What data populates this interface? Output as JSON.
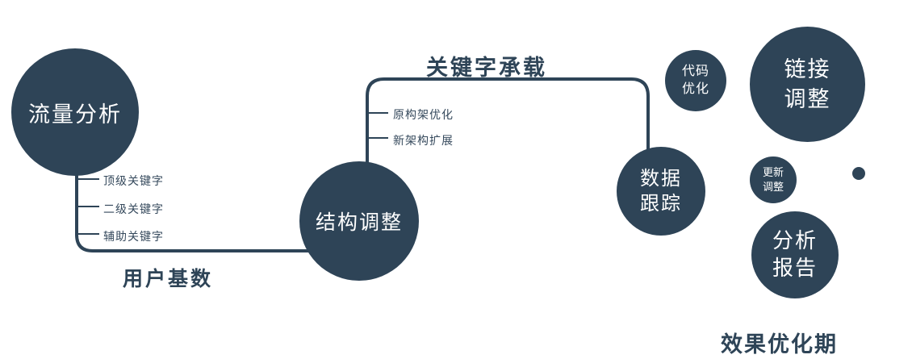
{
  "colors": {
    "primary": "#2e4457",
    "background": "#ffffff",
    "circle_text": "#ffffff"
  },
  "nodes": {
    "traffic_analysis": {
      "label": "流量分析"
    },
    "structure_adjust": {
      "label": "结构调整"
    },
    "data_tracking": {
      "line1": "数据",
      "line2": "跟踪"
    },
    "code_optimize": {
      "line1": "代码",
      "line2": "优化"
    },
    "link_adjust": {
      "line1": "链接",
      "line2": "调整"
    },
    "update_adjust": {
      "line1": "更新",
      "line2": "调整"
    },
    "analysis_report": {
      "line1": "分析",
      "line2": "报告"
    }
  },
  "edges": {
    "user_base_label": "用户基数",
    "keyword_carry_label": "关键字承载"
  },
  "branches": {
    "traffic": [
      "顶级关键字",
      "二级关键字",
      "辅助关键字"
    ],
    "structure": [
      "原构架优化",
      "新架构扩展"
    ]
  },
  "footer": {
    "phase_label": "效果优化期"
  }
}
